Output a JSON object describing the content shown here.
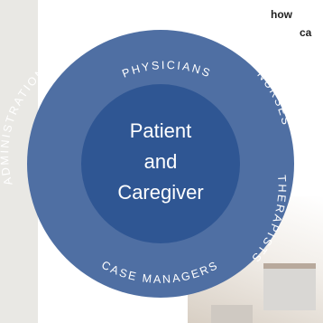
{
  "diagram": {
    "center_lines": [
      "Patient",
      "and",
      "Caregiver"
    ],
    "ring_labels": {
      "physicians": "PHYSICIANS",
      "nurses": "NURSES",
      "therapists": "THERAPISTS",
      "case_managers": "CASE MANAGERS",
      "administration": "ADMINISTRATION"
    },
    "colors": {
      "outer_ring": "#4f6fa3",
      "inner_circle": "#2f5693",
      "ring_text": "#ffffff",
      "center_text": "#ffffff"
    }
  },
  "body_text": {
    "line1": "how",
    "line2": "ca"
  }
}
